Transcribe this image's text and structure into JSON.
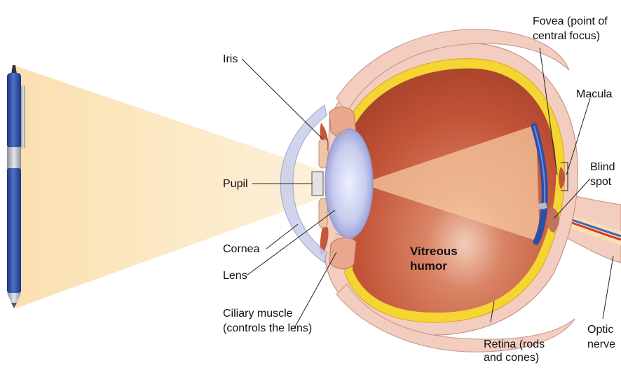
{
  "labels": {
    "iris": "Iris",
    "pupil": "Pupil",
    "cornea": "Cornea",
    "lens": "Lens",
    "ciliary_line1": "Ciliary muscle",
    "ciliary_line2": "(controls the lens)",
    "vitreous_line1": "Vitreous",
    "vitreous_line2": "humor",
    "fovea_line1": "Fovea (point of",
    "fovea_line2": "central focus)",
    "macula": "Macula",
    "blind_line1": "Blind",
    "blind_line2": "spot",
    "optic_line1": "Optic",
    "optic_line2": "nerve",
    "retina_line1": "Retina (rods",
    "retina_line2": "and cones)"
  },
  "colors": {
    "light_cone": "#fbe3b8",
    "sclera": "#f3cdbf",
    "choroid": "#e8a08e",
    "retina_yellow": "#f5d531",
    "vitreous": "#c4563a",
    "lens": "#c9cdf0",
    "pen_blue": "#2c4fa6"
  }
}
